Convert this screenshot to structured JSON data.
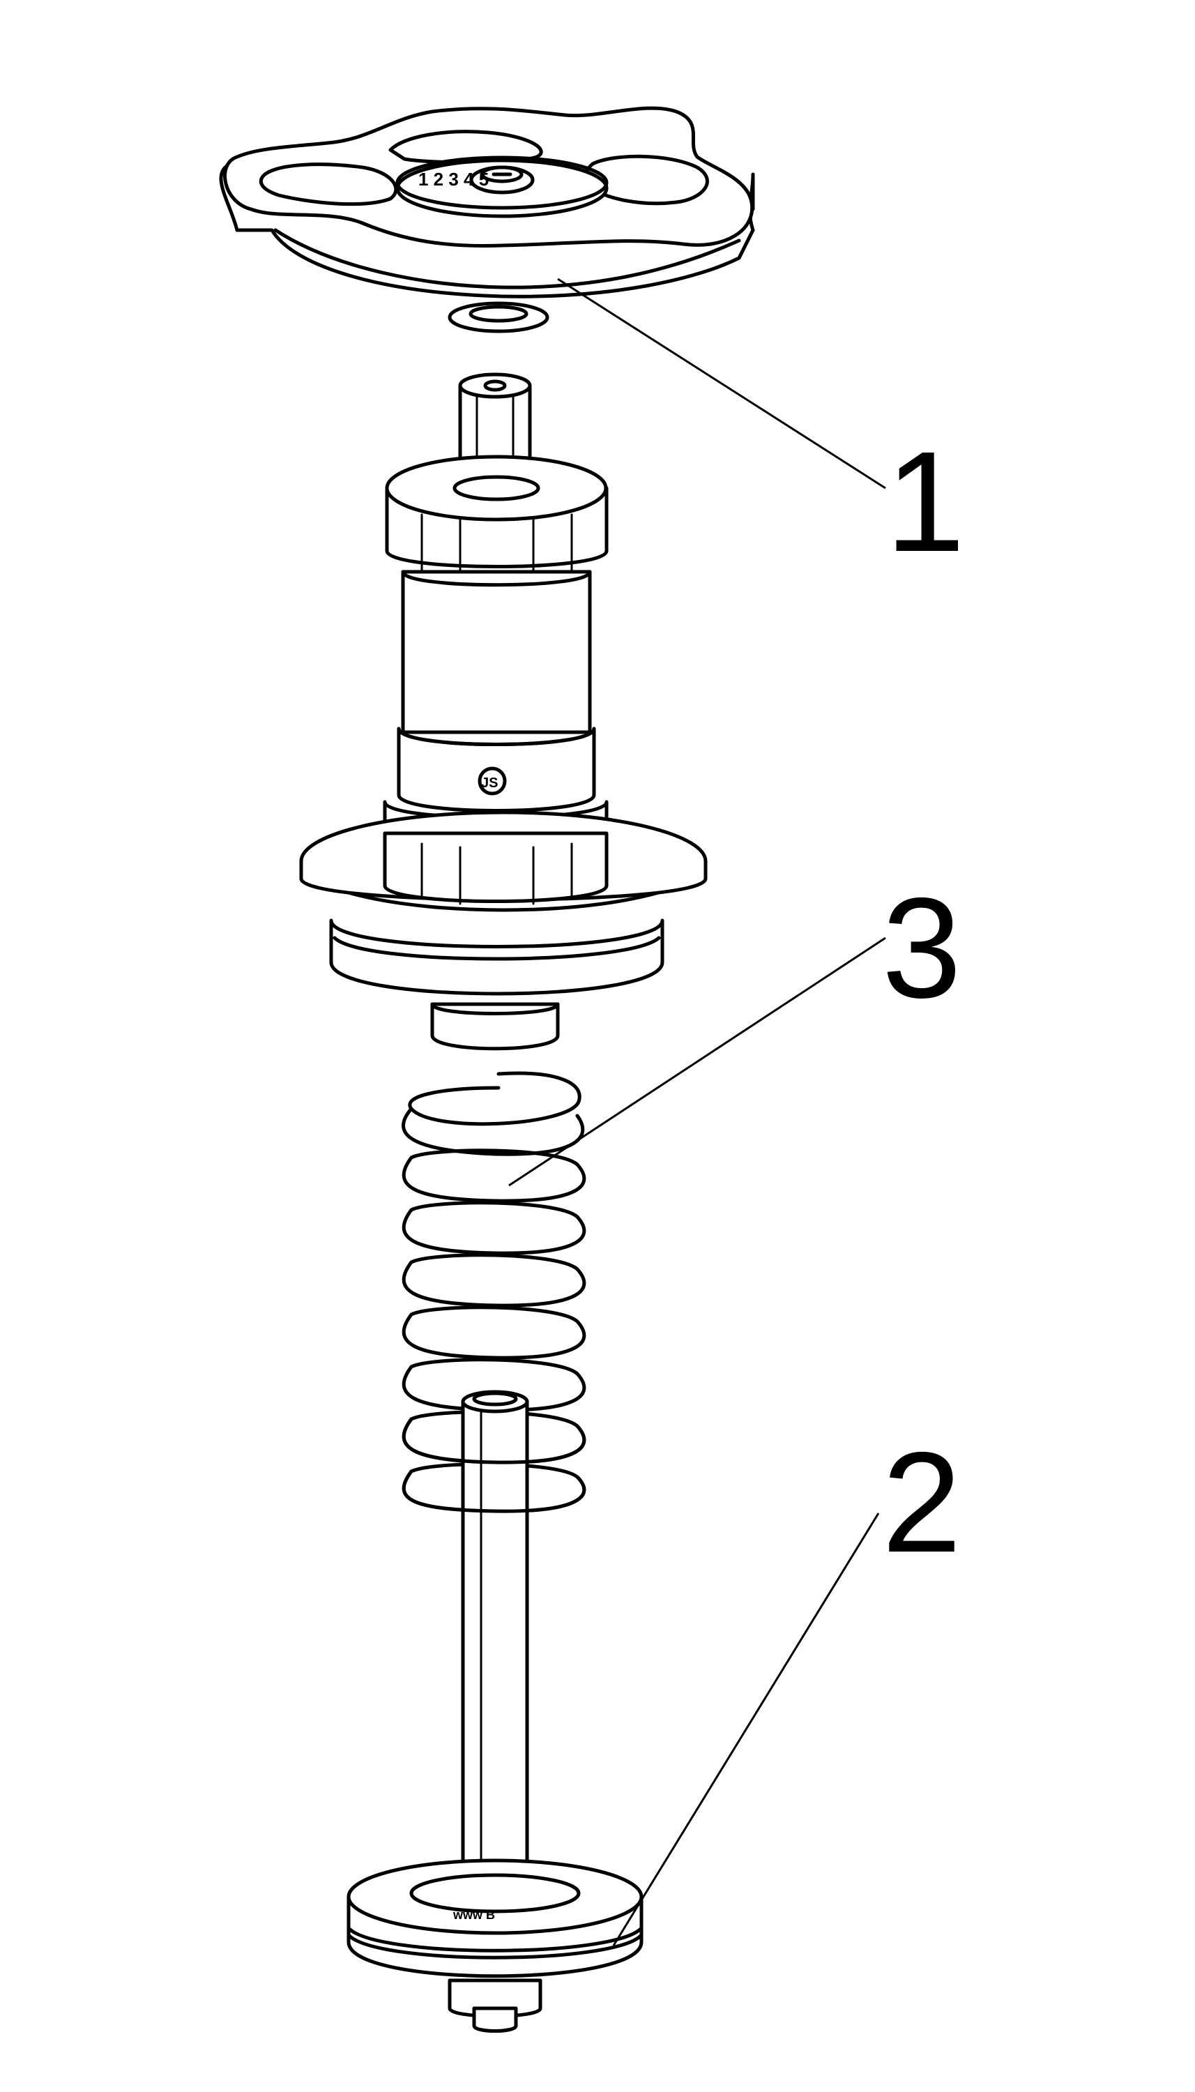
{
  "callouts": [
    {
      "id": "1",
      "label": "1"
    },
    {
      "id": "2",
      "label": "2"
    },
    {
      "id": "3",
      "label": "3"
    }
  ],
  "markings": {
    "body_logo": "JS",
    "handwheel_digits": "1 2 3 4 5",
    "disc_stamp": "www B"
  },
  "colors": {
    "line": "#000000",
    "background": "#ffffff"
  }
}
